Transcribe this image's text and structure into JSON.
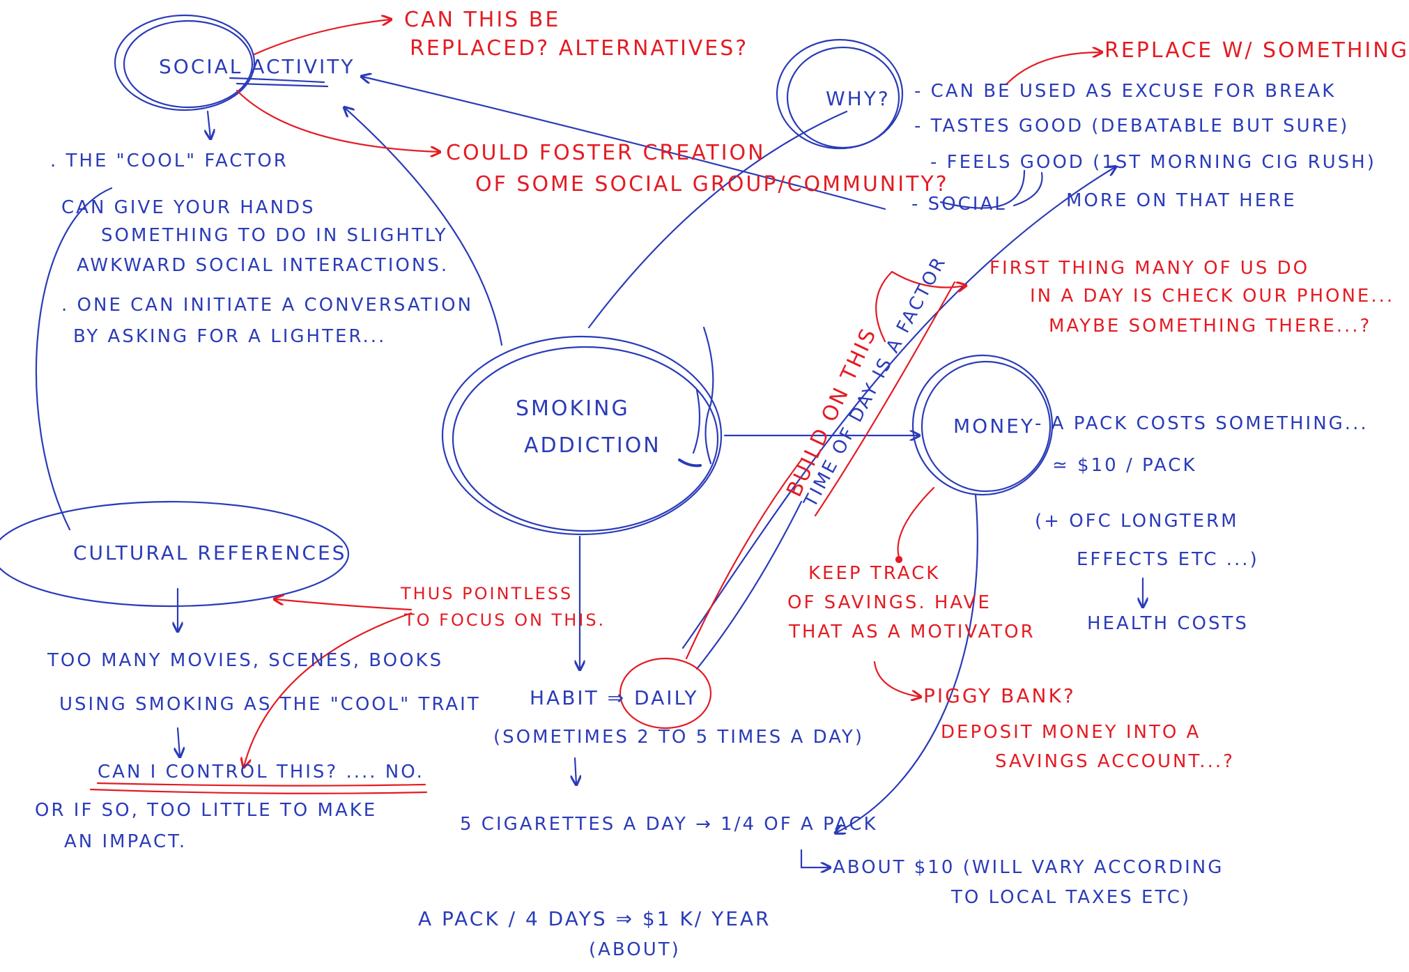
{
  "colors": {
    "blue_ink": "#2a3bb8",
    "red_ink": "#e41b23",
    "paper": "#ffffff"
  },
  "nodes": {
    "social_activity": "Social Activity",
    "why": "Why?",
    "smoking_addiction_line1": "Smoking",
    "smoking_addiction_line2": "Addiction",
    "money": "Money",
    "cultural_references": "Cultural References",
    "habit_daily": "Habit ⇒ Daily"
  },
  "social_notes": {
    "cool_factor": ". The \"cool\" factor",
    "hands_line1": "can give your hands",
    "hands_line2": "something to do in slightly",
    "hands_line3": "awkward social interactions.",
    "lighter_line1": ". One can initiate a conversation",
    "lighter_line2": "by asking for a lighter..."
  },
  "why_reasons": {
    "break": "- can be used as excuse for break",
    "taste": "- tastes good (debatable but sure)",
    "feels": "- feels good (1st morning cig rush)",
    "social": "- social",
    "more": "more on that here"
  },
  "money_notes": {
    "pack_costs": "- a pack costs something...",
    "price": "≃ $10 / pack",
    "effects_line1": "(+ ofc longterm",
    "effects_line2": "effects etc ...)",
    "health": "health costs"
  },
  "cultural_notes": {
    "movies_line1": "too many movies, scenes, books",
    "movies_line2": "using smoking as the \"cool\" trait",
    "control": "can I control this? .... No.",
    "impact_line1": "or if so, too little to make",
    "impact_line2": "an impact."
  },
  "habit_notes": {
    "times": "(sometimes 2 to 5 times a day)",
    "cigs": "5 cigarettes a day → 1/4 of a pack",
    "about10": "about $10 (will vary according",
    "taxes": "to local taxes etc)",
    "yearly": "A pack / 4 days ⇒ $1 k/ year",
    "about": "(about)",
    "time_factor": "time of day is a factor"
  },
  "red_notes": {
    "replaced_line1": "can this be",
    "replaced_line2": "replaced? alternatives?",
    "foster_line1": "could foster creation",
    "foster_line2": "of some social group/community?",
    "replace_something": "replace w/ something",
    "first_line1": "first thing many of us do",
    "first_line2": "in a day is check our phone...",
    "first_line3": "maybe something there...?",
    "build": "build on this",
    "pointless_line1": "thus pointless",
    "pointless_line2": "to focus on this.",
    "savings_line1": "keep track",
    "savings_line2": "of savings. have",
    "savings_line3": "that as a motivator",
    "piggy": "piggy bank?",
    "deposit_line1": "deposit money into a",
    "deposit_line2": "savings account...?"
  }
}
